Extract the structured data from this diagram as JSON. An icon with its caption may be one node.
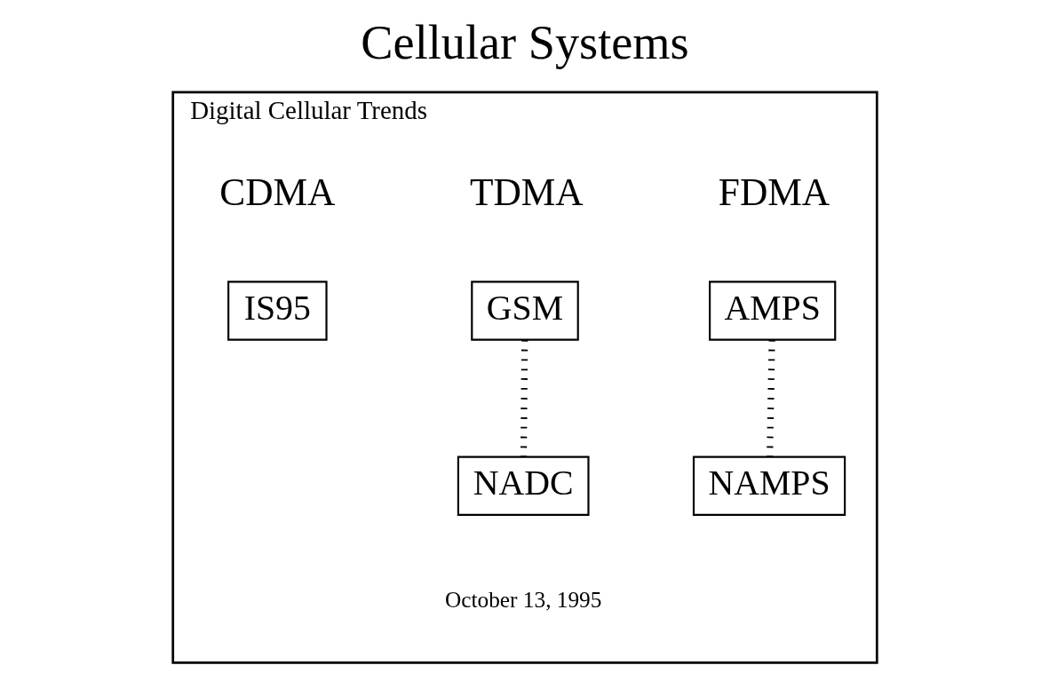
{
  "diagram": {
    "title": "Cellular Systems",
    "nodes": [
      {
        "text": [
          "Digital Cellular Trends"
        ],
        "beside": [
          "October 13, 1995"
        ]
      },
      {
        "text": [
          "AMPS"
        ],
        "in": 0
      },
      {
        "text": [
          "GSM"
        ],
        "in": 0
      },
      {
        "text": [
          "IS95"
        ],
        "in": 0
      },
      {
        "text": [
          "NAMPS"
        ],
        "in": 0
      },
      {
        "text": [
          "NADC"
        ],
        "in": 0
      }
    ],
    "edges": [
      {
        "from": 1,
        "to": 4,
        "arrow": "none",
        "style": "dashed"
      },
      {
        "from": 2,
        "to": 5,
        "arrow": "none",
        "style": "dashed"
      }
    ],
    "labels": [
      "FDMA",
      "TDMA",
      "CDMA"
    ]
  }
}
